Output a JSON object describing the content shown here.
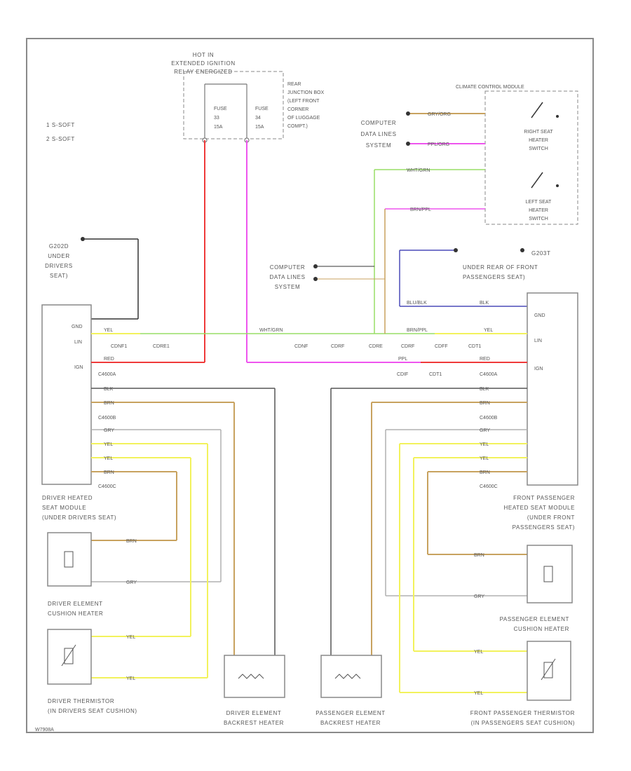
{
  "diagram": {
    "legend": [
      "1 S-SOFT",
      "2 S-SOFT"
    ],
    "hot_label": [
      "HOT IN",
      "EXTENDED IGNITION",
      "RELAY ENERGIZED"
    ],
    "rear_junction_box": [
      "REAR",
      "JUNCTION BOX",
      "(LEFT FRONT",
      "CORNER",
      "OF LUGGAGE",
      "COMPT.)"
    ],
    "fuse_1": [
      "FUSE",
      "33",
      "15A"
    ],
    "fuse_2": [
      "FUSE",
      "34",
      "15A"
    ],
    "climate_module_title": "CLIMATE CONTROL MODULE",
    "right_seat_switch": [
      "RIGHT SEAT",
      "HEATER",
      "SWITCH"
    ],
    "left_seat_switch": [
      "LEFT SEAT",
      "HEATER",
      "SWITCH"
    ],
    "computer_data_lines_top": [
      "COMPUTER",
      "DATA LINES",
      "SYSTEM"
    ],
    "computer_data_lines_mid": [
      "COMPUTER",
      "DATA LINES",
      "SYSTEM"
    ],
    "g202_label": [
      "G202D",
      "UNDER",
      "DRIVERS",
      "SEAT)"
    ],
    "g203_label": [
      "G203T",
      "UNDER REAR OF FRONT",
      "PASSENGERS SEAT)"
    ],
    "driver_module": [
      "DRIVER HEATED",
      "SEAT MODULE",
      "(UNDER DRIVERS SEAT)"
    ],
    "passenger_module": [
      "FRONT PASSENGER",
      "HEATED SEAT MODULE",
      "(UNDER FRONT",
      "PASSENGERS SEAT)"
    ],
    "driver_cushion_heater": [
      "DRIVER ELEMENT",
      "CUSHION HEATER"
    ],
    "passenger_cushion_heater": [
      "PASSENGER ELEMENT",
      "CUSHION HEATER"
    ],
    "driver_thermistor": [
      "DRIVER THERMISTOR",
      "(IN DRIVERS SEAT CUSHION)"
    ],
    "passenger_thermistor": [
      "FRONT PASSENGER THERMISTOR",
      "(IN PASSENGERS SEAT CUSHION)"
    ],
    "driver_backrest": [
      "DRIVER ELEMENT",
      "BACKREST HEATER"
    ],
    "passenger_backrest": [
      "PASSENGER ELEMENT",
      "BACKREST HEATER"
    ],
    "pins_left": [
      "GND",
      "LIN",
      "IGN"
    ],
    "pins_right": [
      "GND",
      "LIN",
      "IGN"
    ],
    "conn_driver_a": "C4600A",
    "conn_driver_b": "C4600B",
    "conn_driver_c": "C4600C",
    "conn_pass_a": "C4600A",
    "conn_pass_b": "C4600B",
    "conn_pass_c": "C4600C",
    "conn_row_top": [
      "CDNF",
      "CDRF",
      "CDRE",
      "CDRF",
      "CDFF",
      "CDT1"
    ],
    "conn_row_left": [
      "CDNF1",
      "CDRE1"
    ],
    "conn_row_bottom": [
      "CDIF",
      "CDT1"
    ],
    "wire_colors": {
      "red": "#ef3a3a",
      "magenta": "#ee55ee",
      "green": "#99dd66",
      "yellow": "#f2f25c",
      "brown": "#c8a25f",
      "gray": "#9a9a9a",
      "blue": "#4a4ab8",
      "black": "#333333"
    },
    "wire_labels": {
      "blk": "BLK",
      "yel": "YEL",
      "red": "RED",
      "brn": "BRN",
      "gry": "GRY",
      "wht_grn": "WHT/GRN",
      "brn_ppl": "BRN/PPL",
      "grv_org": "GRY/ORG",
      "ppl_org": "PPL/ORG",
      "ppl": "PPL",
      "blu_blk": "BLU/BLK"
    },
    "footer_code": "W7908A"
  }
}
